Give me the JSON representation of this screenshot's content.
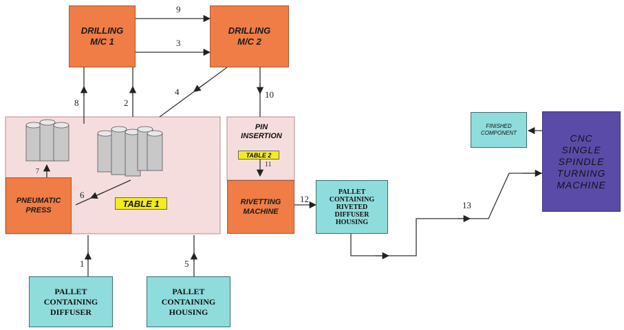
{
  "nodes": {
    "drilling1": "DRILLING\nM/C 1",
    "drilling2": "DRILLING\nM/C 2",
    "pin_insertion": "PIN\nINSERTION",
    "pneumatic_press": "PNEUMATIC\nPRESS",
    "rivetting_machine": "RIVETTING\nMACHINE",
    "pallet_riveted": "PALLET\nCONTAINING\nRIVETED\nDIFFUSER\nHOUSING",
    "pallet_diffuser": "PALLET\nCONTAINING\nDIFFUSER",
    "pallet_housing": "PALLET\nCONTAINING\nHOUSING",
    "finished": "FINISHED\nCOMPONENT",
    "cnc": "CNC\nSINGLE\nSPINDLE\nTURNING\nMACHINE"
  },
  "tags": {
    "table1": "TABLE 1",
    "table2": "TABLE 2"
  },
  "edge_labels": {
    "e1": "1",
    "e2": "2",
    "e3": "3",
    "e4": "4",
    "e5": "5",
    "e6": "6",
    "e7": "7",
    "e8": "8",
    "e9": "9",
    "e10": "10",
    "e11": "11",
    "e12": "12",
    "e13": "13"
  },
  "colors": {
    "machine": "#ef7d45",
    "table_area": "#f6dddd",
    "pallet": "#8fdcdc",
    "cnc": "#5b4ba8",
    "tag": "#f4ec20",
    "line": "#333333"
  }
}
